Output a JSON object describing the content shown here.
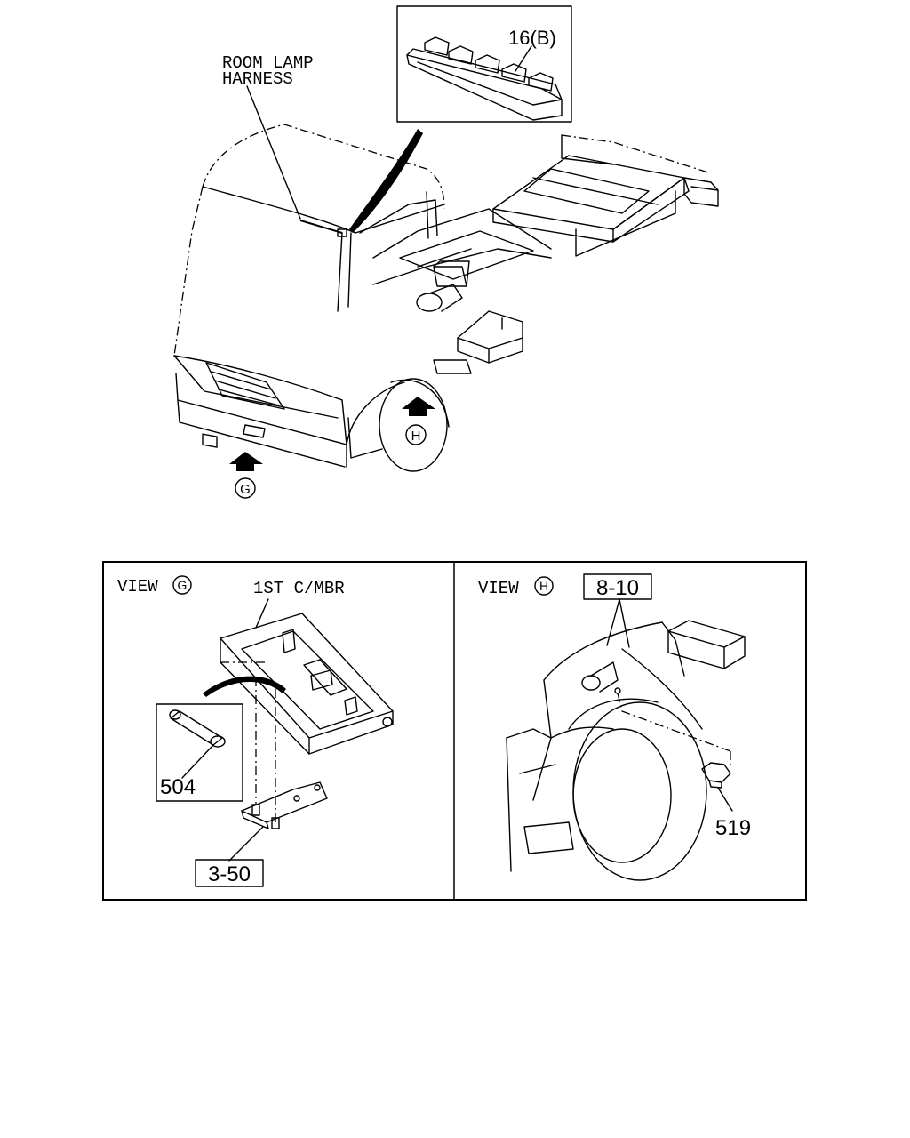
{
  "labels": {
    "room_lamp_line1": "ROOM LAMP",
    "room_lamp_line2": "HARNESS",
    "part_16b": "16(B)",
    "view_g_letter": "G",
    "view_h_letter": "H",
    "view_g_title": "VIEW",
    "view_h_title": "VIEW",
    "first_crossmember": "1ST C/MBR",
    "part_504": "504",
    "ref_3_50": "3-50",
    "ref_8_10": "8-10",
    "part_519": "519"
  }
}
